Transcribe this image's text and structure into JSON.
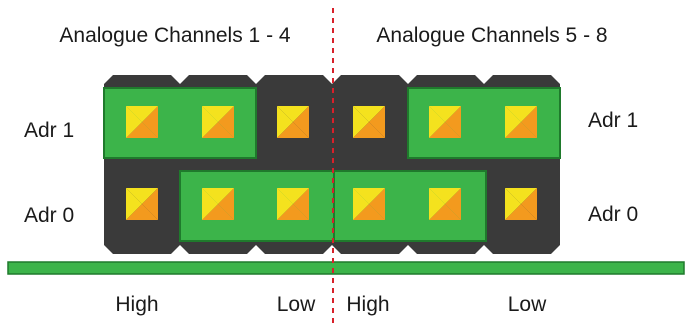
{
  "titles": {
    "left": "Analogue Channels 1 - 4",
    "right": "Analogue Channels 5 - 8"
  },
  "row_labels": {
    "left_top": "Adr 1",
    "left_bottom": "Adr 0",
    "right_top": "Adr 1",
    "right_bottom": "Adr 0"
  },
  "bottom_labels": {
    "high_left": "High",
    "low_left": "Low",
    "high_right": "High",
    "low_right": "Low"
  },
  "colors": {
    "header_body": "#3a3a3a",
    "jumper": "#3cb44a",
    "jumper_border": "#1f7a2c",
    "pcb": "#3cb44a",
    "pcb_border": "#1f7a2c",
    "divider": "#d8202a",
    "pin_yellow": "#f4e21e",
    "pin_orange": "#f39a1e"
  }
}
